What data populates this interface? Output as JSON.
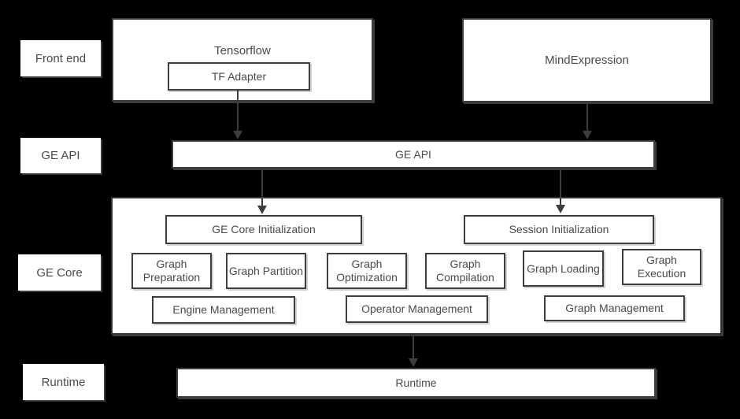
{
  "colors": {
    "background": "#000000",
    "box_fill": "#ffffff",
    "border": "#3d3d3d",
    "text": "#4a4a4a",
    "arrow": "#3d3d3d"
  },
  "row_labels": {
    "front_end": "Front end",
    "ge_api": "GE API",
    "ge_core": "GE Core",
    "runtime": "Runtime"
  },
  "front_end": {
    "tensorflow_label": "Tensorflow",
    "tf_adapter_label": "TF Adapter",
    "mind_expression_label": "MindExpression"
  },
  "ge_api": {
    "bar_label": "GE API"
  },
  "ge_core": {
    "init_label": "GE Core Initialization",
    "session_init_label": "Session Initialization",
    "modules": [
      "Graph Preparation",
      "Graph Partition",
      "Graph Optimization",
      "Graph Compilation",
      "Graph Loading",
      "Graph Execution"
    ],
    "management": [
      "Engine Management",
      "Operator Management",
      "Graph Management"
    ]
  },
  "runtime": {
    "bar_label": "Runtime"
  }
}
